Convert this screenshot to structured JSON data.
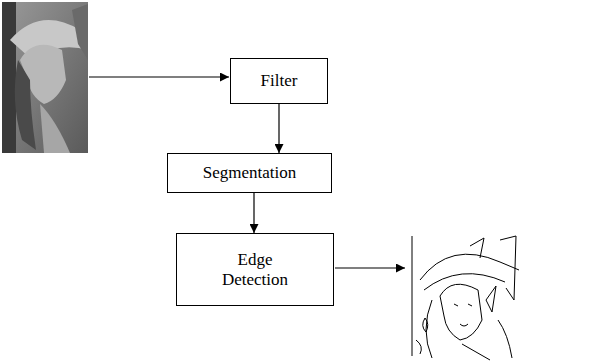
{
  "diagram": {
    "nodes": [
      {
        "text": [
          "Filter"
        ]
      },
      {
        "text": [
          "Segmentation"
        ]
      },
      {
        "text": [
          "Edge Detection"
        ]
      }
    ],
    "edges": [
      {
        "from": 0,
        "to": 1,
        "arrow": "to"
      },
      {
        "from": 1,
        "to": 2,
        "arrow": "to"
      }
    ]
  }
}
